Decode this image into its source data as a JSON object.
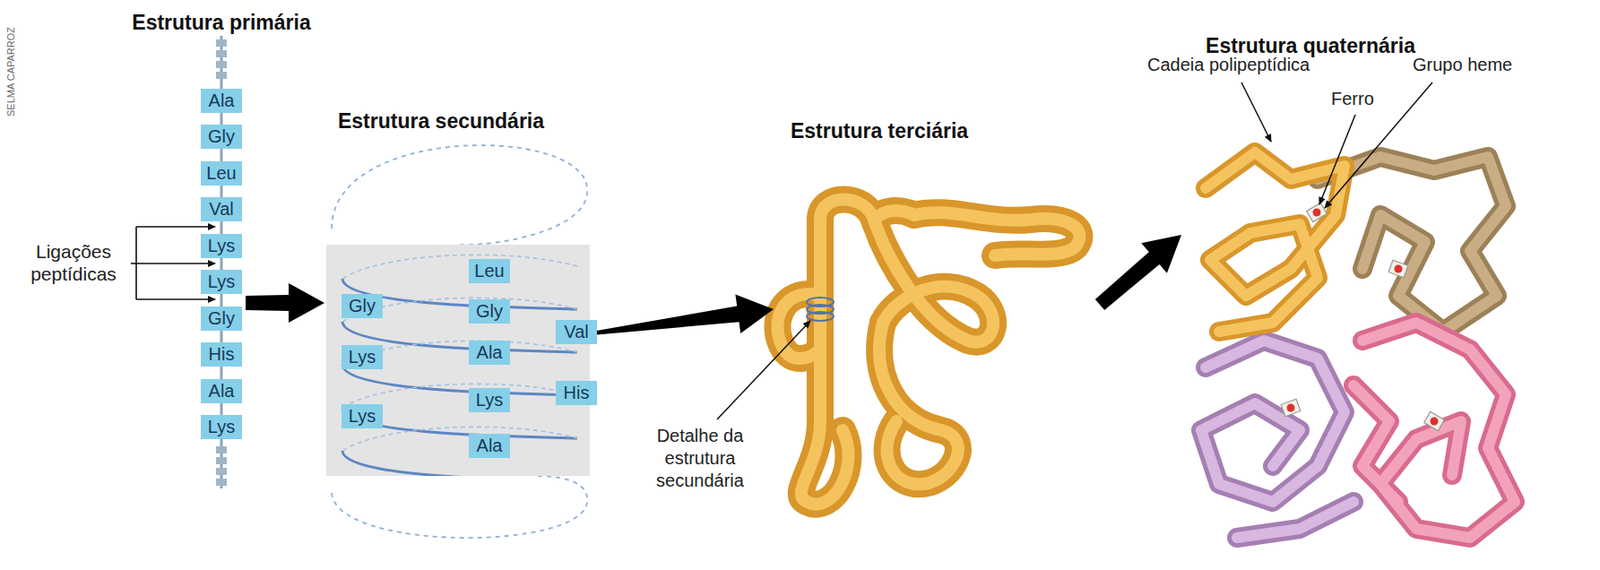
{
  "diagram": {
    "nodes": [
      {
        "text": [
          "Estrutura primária"
        ]
      },
      {
        "text": [
          "Ala"
        ],
        "in": 0
      },
      {
        "text": [
          "Gly"
        ],
        "in": 0
      },
      {
        "text": [
          "Leu"
        ],
        "in": 0
      },
      {
        "text": [
          "Val"
        ],
        "in": 0
      },
      {
        "text": [
          "Lys"
        ],
        "in": 0
      },
      {
        "text": [
          "Lys"
        ],
        "in": 0
      },
      {
        "text": [
          "Gly"
        ],
        "in": 0
      },
      {
        "text": [
          "His"
        ],
        "in": 0
      },
      {
        "text": [
          "Ala"
        ],
        "in": 0
      },
      {
        "text": [
          "Lys"
        ],
        "in": 0
      },
      {
        "text": [
          "Estrutura secundária"
        ]
      },
      {
        "text": [
          "Leu"
        ],
        "in": 11
      },
      {
        "text": [
          "Gly"
        ],
        "in": 11
      },
      {
        "text": [
          "Gly"
        ],
        "in": 11
      },
      {
        "text": [
          "Val"
        ],
        "in": 11
      },
      {
        "text": [
          "Lys"
        ],
        "in": 11
      },
      {
        "text": [
          "Ala"
        ],
        "in": 11
      },
      {
        "text": [
          "Lys"
        ],
        "in": 11
      },
      {
        "text": [
          "His"
        ],
        "in": 11
      },
      {
        "text": [
          "Lys"
        ],
        "in": 11
      },
      {
        "text": [
          "Ala"
        ],
        "in": 11
      },
      {
        "text": [
          "Estrutura terciária"
        ]
      },
      {
        "text": [
          "Estrutura quaternária"
        ]
      }
    ],
    "edges": [
      {
        "from": 0,
        "to": 11,
        "arrow": "to"
      },
      {
        "from": 11,
        "to": 22,
        "arrow": "to"
      },
      {
        "from": 22,
        "to": 23,
        "arrow": "to"
      }
    ],
    "labels": [
      "SELMA CAPARROZ",
      "Ligações peptídicas",
      "Detalhe da estrutura secundária",
      "Cadeia polipeptídica",
      "Ferro",
      "Grupo heme"
    ]
  }
}
